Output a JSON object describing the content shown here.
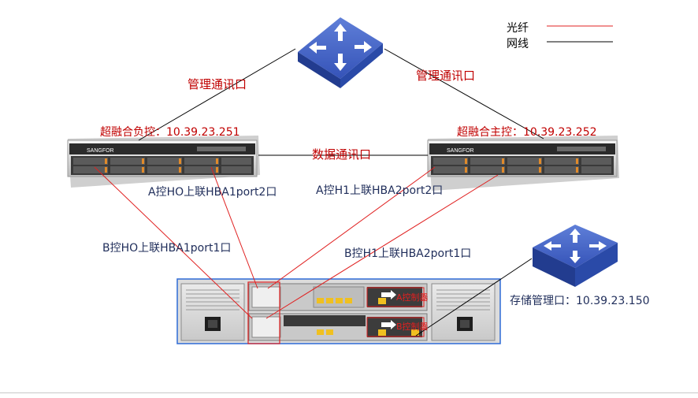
{
  "legend": {
    "fiber": {
      "label": "光纤",
      "color": "#e02020"
    },
    "network": {
      "label": "网线",
      "color": "#000000"
    }
  },
  "labels": {
    "mgmt_left": "管理通讯口",
    "mgmt_right": "管理通讯口",
    "data_link": "数据通讯口",
    "server_left": "超融合负控：10.39.23.251",
    "server_right": "超融合主控：10.39.23.252",
    "a_h0_port2": "A控HO上联HBA1port2口",
    "a_h1_port2": "A控H1上联HBA2port2口",
    "b_h0_port1": "B控HO上联HBA1port1口",
    "b_h1_port1": "B控H1上联HBA2port1口",
    "storage_mgmt": "存储管理口：10.39.23.150",
    "controller_a": "A控制器",
    "controller_b": "B控制器"
  },
  "devices": {
    "server_left_brand": "SANGFOR",
    "server_right_brand": "SANGFOR"
  },
  "icons": {
    "top_switch": "network-switch-icon",
    "right_switch": "network-switch-icon"
  }
}
